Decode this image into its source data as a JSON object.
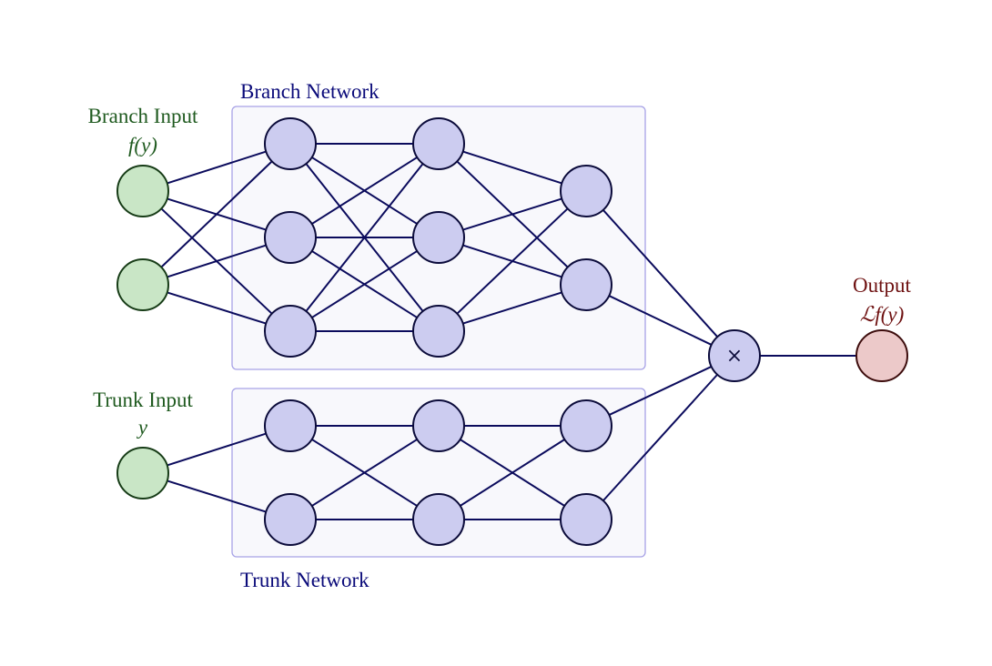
{
  "branch_network": {
    "label": "Branch Network"
  },
  "trunk_network": {
    "label": "Trunk Network"
  },
  "branch_input": {
    "title": "Branch Input",
    "expr": "f(y)"
  },
  "trunk_input": {
    "title": "Trunk Input",
    "expr": "y"
  },
  "output": {
    "title": "Output",
    "expr": "ℒf(y)"
  },
  "product_node": {
    "symbol": "×"
  },
  "colors": {
    "network_text": "#0b0b7a",
    "input_text": "#1f5a1f",
    "output_text": "#6e1111",
    "hidden_fill": "#ccccf0",
    "input_fill": "#c9e6c6",
    "output_fill": "#ecc9c9",
    "box_fill": "#f8f8fc",
    "box_stroke": "#a7a2e6",
    "edge": "#0b0b5c"
  }
}
